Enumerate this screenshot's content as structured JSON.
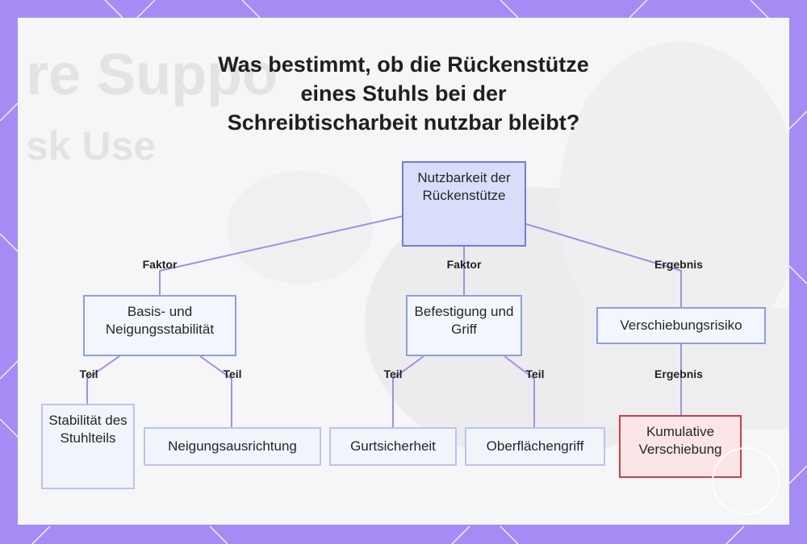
{
  "title_lines": [
    "Was bestimmt, ob die Rückenstütze",
    "eines Stuhls bei der",
    "Schreibtischarbeit nutzbar bleibt?"
  ],
  "background_text": {
    "line1": "re Suppo",
    "line2": "sk Use"
  },
  "colors": {
    "frame": "#a58cf4",
    "root_fill": "#d8ddfa",
    "node_border": "#8d9ee0",
    "connector": "#a68ee0",
    "alert_border": "#c9404c",
    "alert_fill": "#fbe5e7"
  },
  "nodes": {
    "root": "Nutzbarkeit der Rückenstütze",
    "base_stability": "Basis- und Neigungsstabilität",
    "fastening": "Befestigung und Griff",
    "shift_risk": "Verschiebungsrisiko",
    "chair_stability": "Stabilität des Stuhlteils",
    "tilt_alignment": "Neigungsausrichtung",
    "belt_security": "Gurtsicherheit",
    "surface_grip": "Oberflächengriff",
    "cumulative_shift": "Kumulative Verschiebung"
  },
  "edge_labels": {
    "root_to_base": "Faktor",
    "root_to_fastening": "Faktor",
    "root_to_shift": "Ergebnis",
    "base_to_chair": "Teil",
    "base_to_tilt": "Teil",
    "fastening_to_belt": "Teil",
    "fastening_to_surface": "Teil",
    "shift_to_cumulative": "Ergebnis"
  }
}
